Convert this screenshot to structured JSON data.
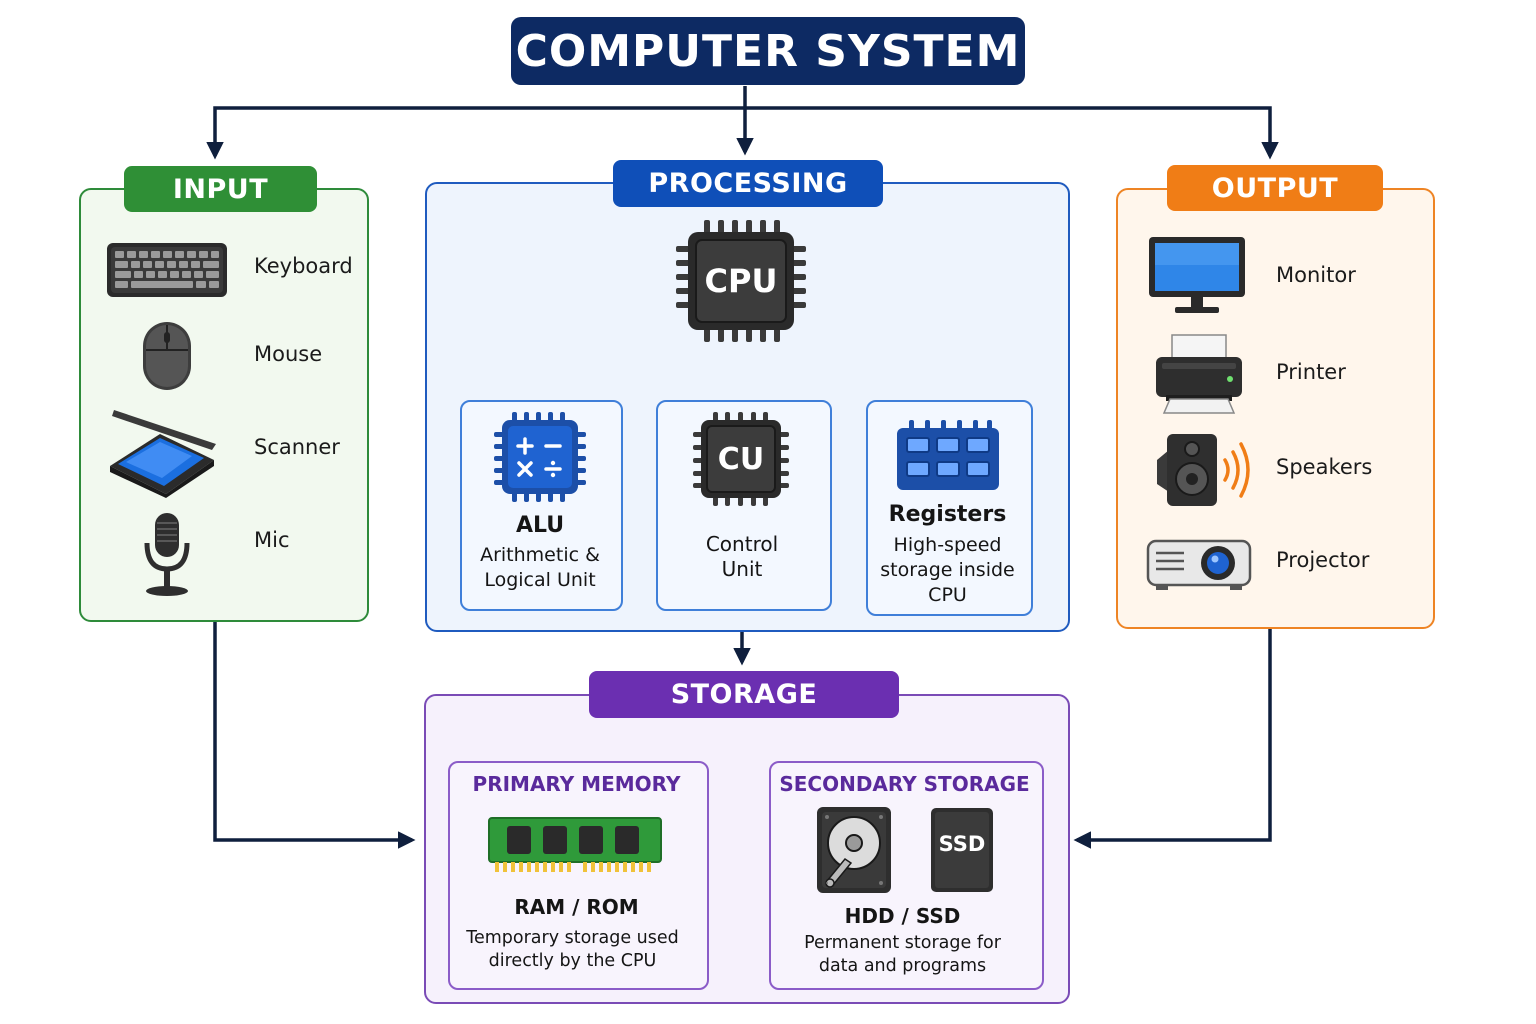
{
  "title": "COMPUTER SYSTEM",
  "input": {
    "label": "INPUT",
    "devices": [
      {
        "label": "Keyboard",
        "icon": "keyboard-icon"
      },
      {
        "label": "Mouse",
        "icon": "mouse-icon"
      },
      {
        "label": "Scanner",
        "icon": "scanner-icon"
      },
      {
        "label": "Mic",
        "icon": "microphone-icon"
      }
    ]
  },
  "processing": {
    "label": "PROCESSING",
    "cpu_chip": "CPU",
    "units": [
      {
        "chip": "",
        "title": "ALU",
        "desc1": "Arithmetic &",
        "desc2": "Logical Unit",
        "desc3": ""
      },
      {
        "chip": "CU",
        "title": "",
        "desc1": "Control",
        "desc2": "Unit",
        "desc3": ""
      },
      {
        "chip": "",
        "title": "Registers",
        "desc1": "High-speed",
        "desc2": "storage inside",
        "desc3": "CPU"
      }
    ]
  },
  "output": {
    "label": "OUTPUT",
    "devices": [
      {
        "label": "Monitor",
        "icon": "monitor-icon"
      },
      {
        "label": "Printer",
        "icon": "printer-icon"
      },
      {
        "label": "Speakers",
        "icon": "speaker-icon"
      },
      {
        "label": "Projector",
        "icon": "projector-icon"
      }
    ]
  },
  "storage": {
    "label": "STORAGE",
    "primary": {
      "heading": "PRIMARY MEMORY",
      "name": "RAM / ROM",
      "desc1": "Temporary storage used",
      "desc2": "directly by the CPU"
    },
    "secondary": {
      "heading": "SECONDARY STORAGE",
      "ssd_label": "SSD",
      "name": "HDD / SSD",
      "desc1": "Permanent storage for",
      "desc2": "data and programs"
    }
  },
  "colors": {
    "title": "#0d2a63",
    "input": "#2f8f36",
    "processing": "#0f4fb8",
    "output": "#f07d16",
    "storage": "#6b2fb1",
    "connector": "#0f1f3d"
  }
}
